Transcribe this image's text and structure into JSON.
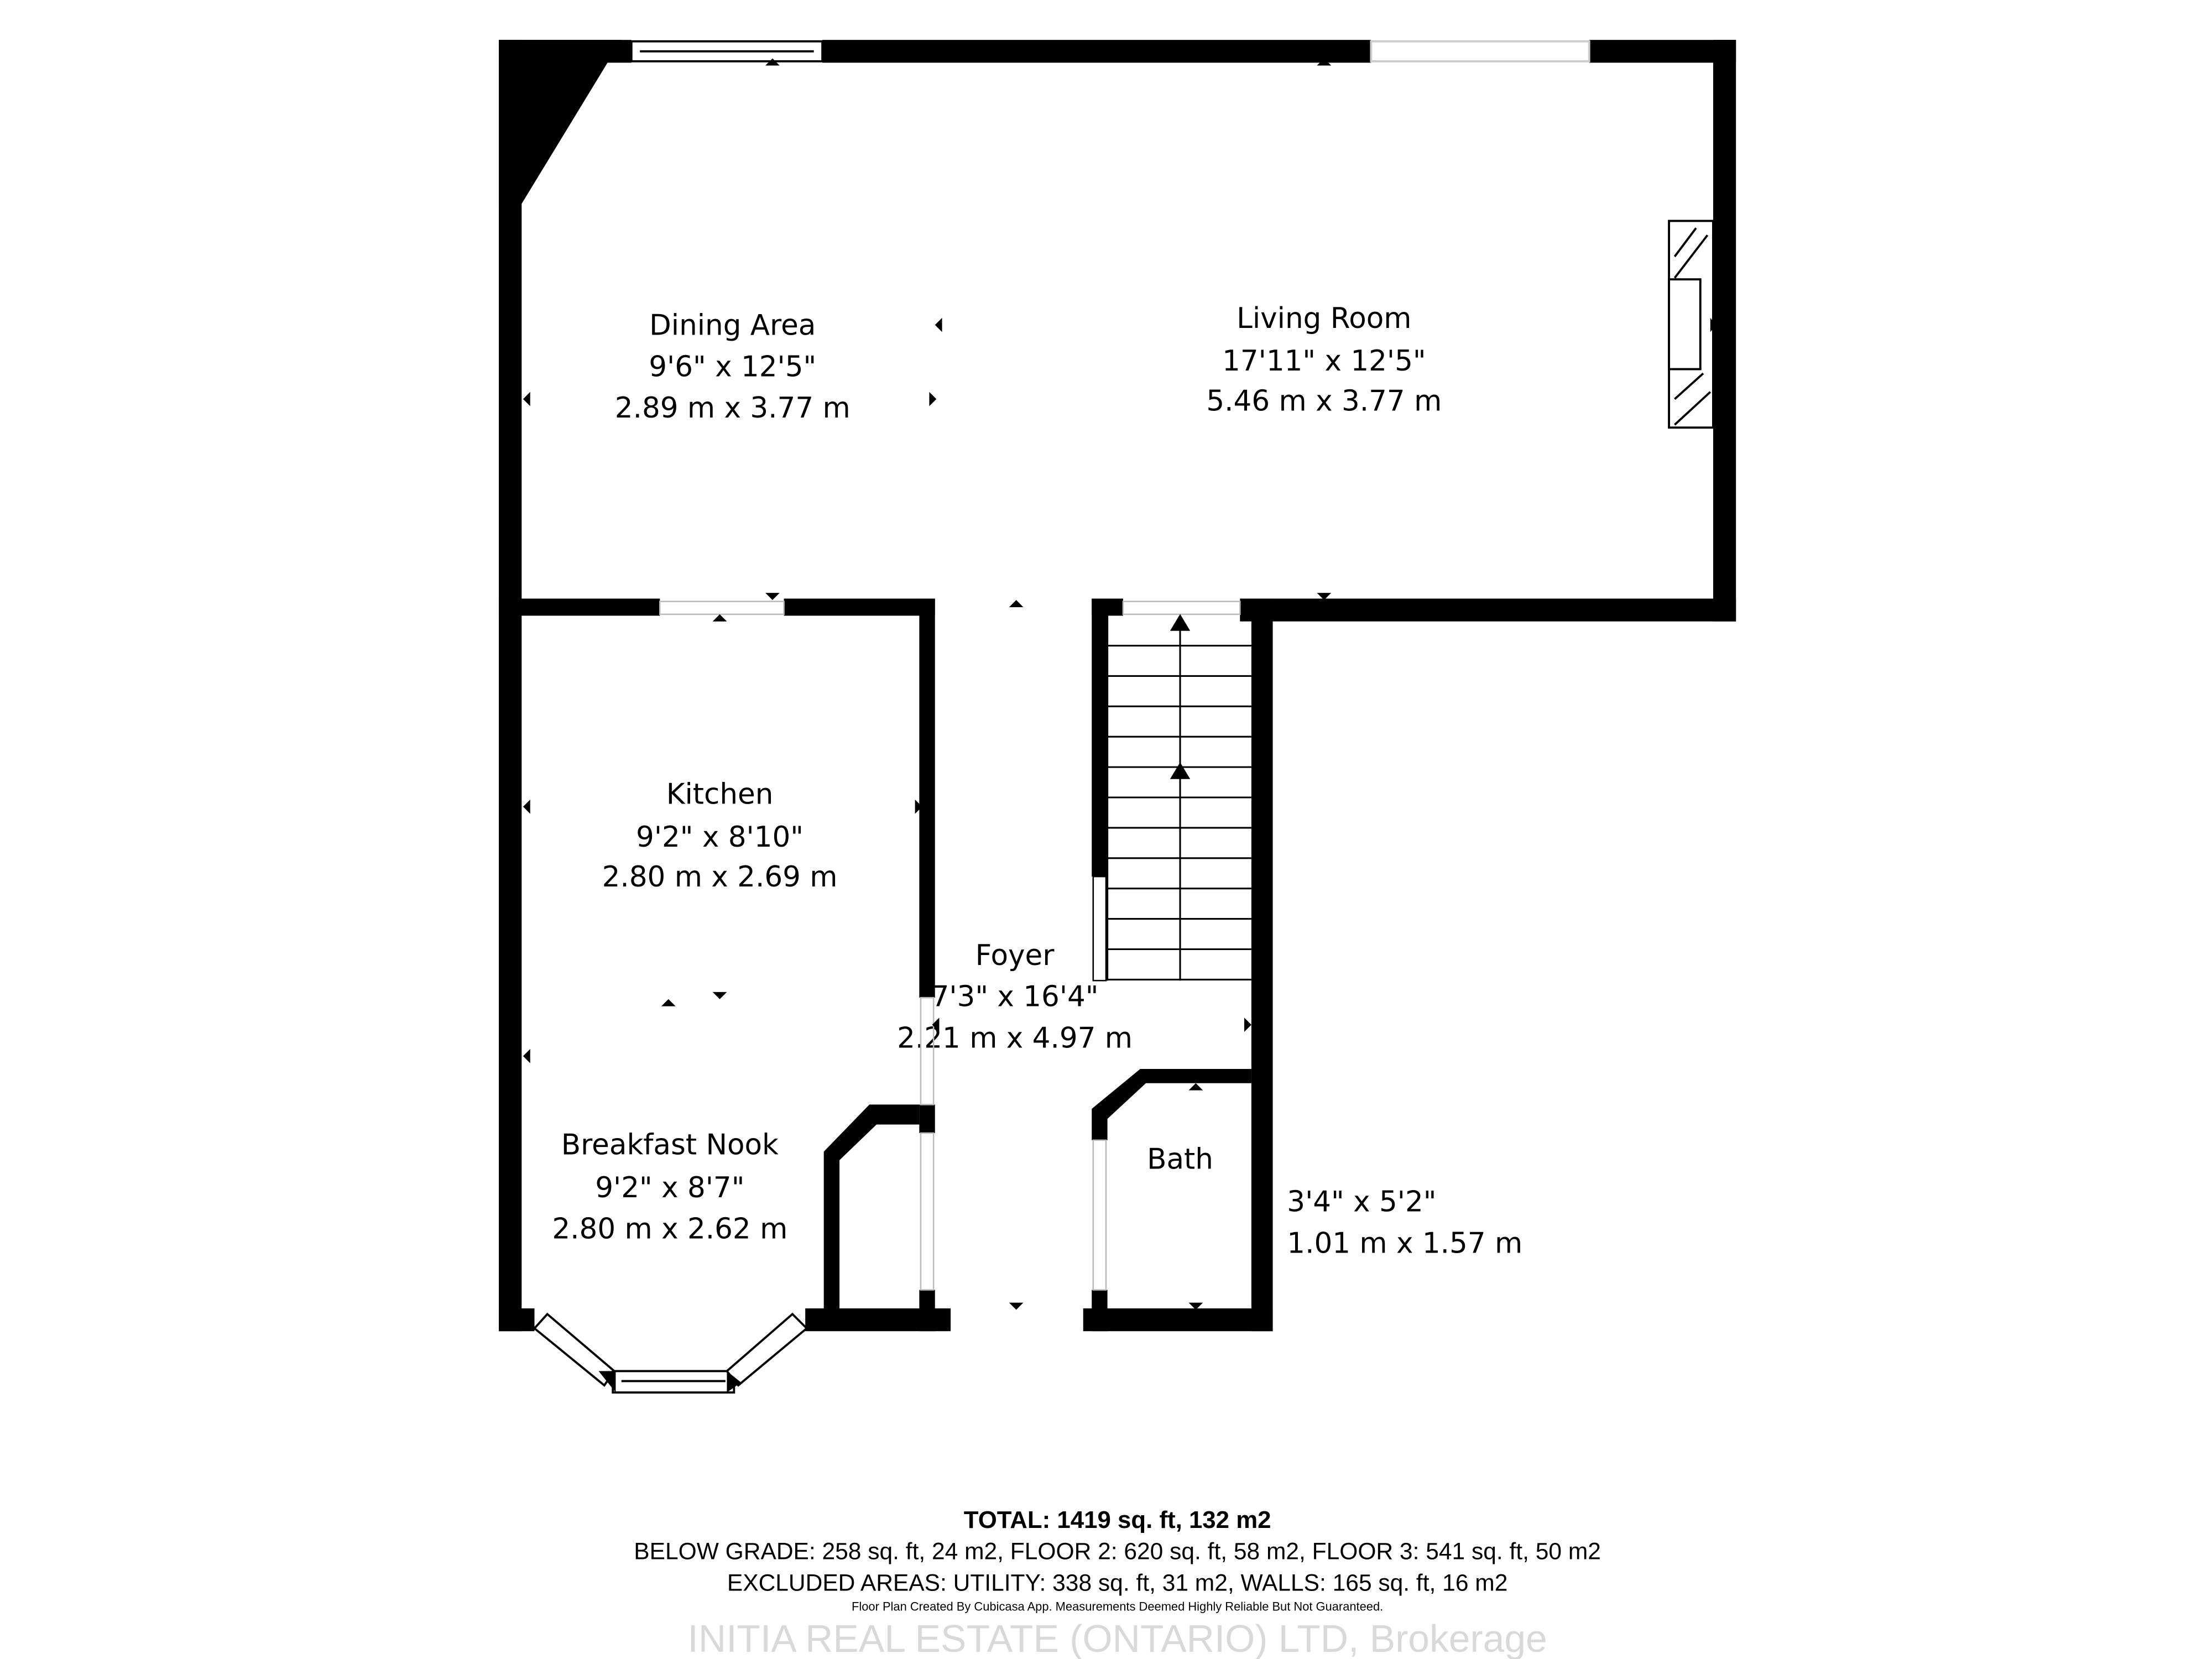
{
  "rooms": [
    {
      "name": "Dining Area",
      "imperial": "9'6\" x 12'5\"",
      "metric": "2.89 m x 3.77 m"
    },
    {
      "name": "Living Room",
      "imperial": "17'11\" x 12'5\"",
      "metric": "5.46 m x 3.77 m"
    },
    {
      "name": "Kitchen",
      "imperial": "9'2\" x 8'10\"",
      "metric": "2.80 m x 2.69 m"
    },
    {
      "name": "Foyer",
      "imperial": "7'3\" x 16'4\"",
      "metric": "2.21 m x 4.97 m"
    },
    {
      "name": "Breakfast Nook",
      "imperial": "9'2\" x 8'7\"",
      "metric": "2.80 m x 2.62 m"
    },
    {
      "name": "Bath",
      "imperial": "3'4\" x 5'2\"",
      "metric": "1.01 m x 1.57 m"
    }
  ],
  "footer": {
    "total": "TOTAL: 1419 sq. ft, 132 m2",
    "breakdown": "BELOW GRADE: 258 sq. ft, 24 m2, FLOOR 2: 620 sq. ft, 58 m2, FLOOR 3: 541 sq. ft, 50 m2",
    "excluded": "EXCLUDED AREAS: UTILITY: 338 sq. ft, 31 m2, WALLS: 165 sq. ft, 16 m2",
    "watermark": "INITIA REAL ESTATE (ONTARIO) LTD, Brokerage",
    "disclaimer": "Floor Plan Created By Cubicasa App. Measurements Deemed Highly Reliable But Not Guaranteed."
  },
  "colors": {
    "wall": "#000000",
    "background": "#ffffff",
    "watermark": "#d9d9d9"
  }
}
